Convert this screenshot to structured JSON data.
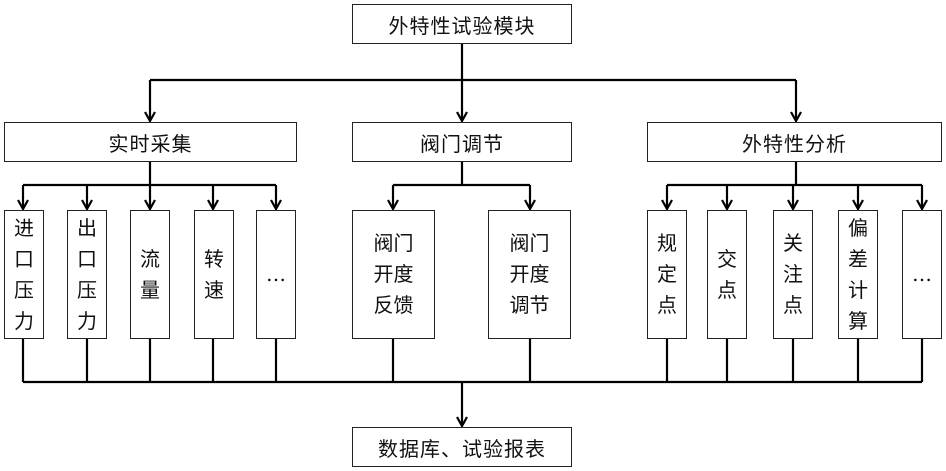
{
  "diagram": {
    "root": "外特性试验模块",
    "groups": [
      {
        "id": "acquire",
        "title": "实时采集",
        "children": [
          [
            "进",
            "口",
            "压",
            "力"
          ],
          [
            "出",
            "口",
            "压",
            "力"
          ],
          [
            "流",
            "量"
          ],
          [
            "转",
            "速"
          ],
          [
            "…"
          ]
        ]
      },
      {
        "id": "valve",
        "title": "阀门调节",
        "children": [
          [
            "阀门",
            "开度",
            "反馈"
          ],
          [
            "阀门",
            "开度",
            "调节"
          ]
        ]
      },
      {
        "id": "analysis",
        "title": "外特性分析",
        "children": [
          [
            "规",
            "定",
            "点"
          ],
          [
            "交",
            "点"
          ],
          [
            "关",
            "注",
            "点"
          ],
          [
            "偏",
            "差",
            "计",
            "算"
          ],
          [
            "…"
          ]
        ]
      }
    ],
    "sink": "数据库、试验报表",
    "line_color": "#000000"
  }
}
